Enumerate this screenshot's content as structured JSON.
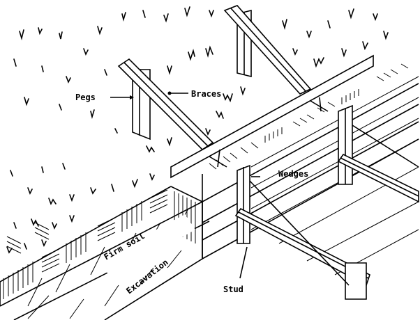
{
  "diagram": {
    "title": "Trench shoring with timber sheeting, braces, pegs, wedges and studs",
    "labels": {
      "pegs": "Pegs",
      "braces": "Braces",
      "wedges": "Wedges",
      "firm_soil": "Firm soil",
      "excavation": "Excavation",
      "stud": "Stud"
    },
    "colors": {
      "ink": "#000000",
      "paper": "#ffffff"
    }
  }
}
